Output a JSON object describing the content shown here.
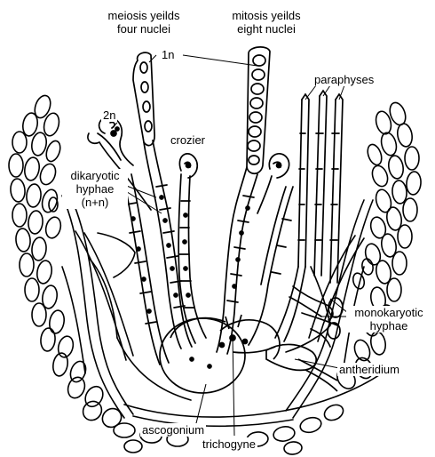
{
  "diagram": {
    "labels": {
      "meiosis_line1": "meiosis yeilds",
      "meiosis_line2": "four nuclei",
      "mitosis_line1": "mitosis yeilds",
      "mitosis_line2": "eight nuclei",
      "one_n": "1n",
      "paraphyses": "paraphyses",
      "two_n": "2n",
      "crozier": "crozier",
      "dikaryotic_line1": "dikaryotic",
      "dikaryotic_line2": "hyphae",
      "dikaryotic_line3": "(n+n)",
      "monokaryotic_line1": "monokaryotic",
      "monokaryotic_line2": "hyphae",
      "antheridium": "antheridium",
      "ascogonium": "ascogonium",
      "trichogyne": "trichogyne"
    },
    "colors": {
      "ink": "#000000",
      "paper": "#ffffff"
    }
  }
}
